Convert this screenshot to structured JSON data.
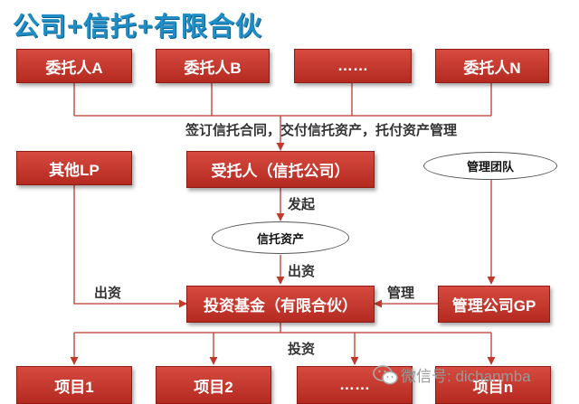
{
  "title": "公司+信托+有限合伙",
  "principals": {
    "a": "委托人A",
    "b": "委托人B",
    "dots": "……",
    "n": "委托人N"
  },
  "sign_label": "签订信托合同，交付信托资产，托付资产管理",
  "trustee": "受托人（信托公司）",
  "other_lp": "其他LP",
  "mgmt_team": "管理团队",
  "initiate_label": "发起",
  "trust_asset": "信托资产",
  "invest_label_1": "出资",
  "invest_label_2": "出资",
  "fund": "投资基金（有限合伙）",
  "manage_label": "管理",
  "gp": "管理公司GP",
  "invest_label_3": "投资",
  "projects": {
    "p1": "项目1",
    "p2": "项目2",
    "dots": "……",
    "pn": "项目n"
  },
  "watermark": "微信号: dichanmba",
  "colors": {
    "box_red": "#c23a30",
    "title_blue": "#1f8ec7",
    "line_red": "#c0392b"
  }
}
